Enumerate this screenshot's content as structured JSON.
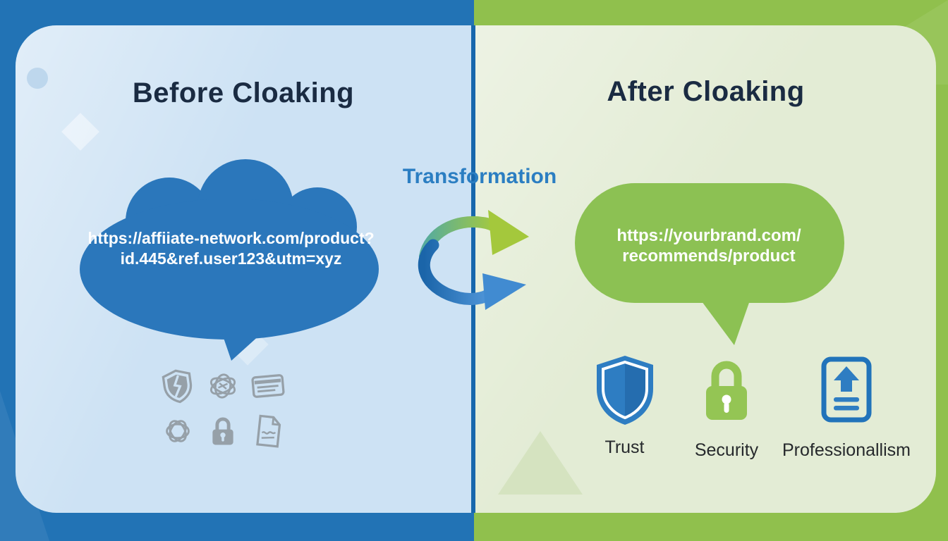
{
  "before": {
    "title": "Before Cloaking",
    "bubble_url": {
      "line1": "https://affiiate-network.com/product?",
      "line2": "id.445&ref.user123&utm=xyz"
    },
    "risk_icons": [
      "broken-shield-icon",
      "tangled-knot-icon",
      "credit-card-icon",
      "knot-loop-icon",
      "padlock-icon",
      "torn-document-icon"
    ]
  },
  "after": {
    "title": "After Cloaking",
    "bubble_url": {
      "line1": "https://yourbrand.com/",
      "line2": "recommends/product"
    },
    "benefits": [
      {
        "icon": "shield-icon",
        "label": "Trust"
      },
      {
        "icon": "lock-icon",
        "label": "Security"
      },
      {
        "icon": "document-upload-icon",
        "label": "Professionallism"
      }
    ]
  },
  "center": {
    "label": "Transformation",
    "arrow_icons": [
      "green-curved-arrow-icon",
      "blue-curved-arrow-icon"
    ]
  },
  "colors": {
    "left_bg": "#2273b5",
    "right_bg": "#90c04d",
    "left_panel": "#cde2f4",
    "right_panel": "#e3ecd5",
    "divider": "#1767ad",
    "bubble_blue": "#2b77bb",
    "bubble_green": "#8cc153",
    "heading": "#1a2b42",
    "transform_label": "#2b7ec2",
    "gray_icon": "#96a0a8",
    "benefit_label": "#26292c",
    "trust_blue": "#2e7dc2",
    "security_green": "#94c554",
    "professional_blue": "#2173ba"
  }
}
